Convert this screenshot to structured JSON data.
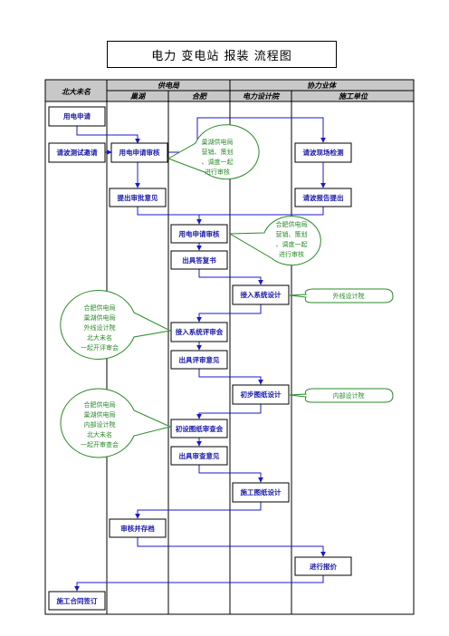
{
  "title": "电力 变电站 报装 流程图",
  "header": {
    "col1": "北大未名",
    "group_a": "供电局",
    "group_b": "协力业体",
    "sub_a1": "巢湖",
    "sub_a2": "合肥",
    "sub_b1": "电力设计院",
    "sub_b2": "施工单位"
  },
  "boxes": {
    "apply_power": "用电申请",
    "invite_test": "请波测试邀请",
    "review_apply": "用电申请审核",
    "site_inspect": "请波现场检测",
    "approval_opinion": "提出审批意见",
    "report_submit": "请波报告提出",
    "review_apply2": "用电申请审核",
    "reply_letter": "出具答复书",
    "access_design": "接入系统设计",
    "access_review": "接入系统评审会",
    "review_opinion": "出具评审意见",
    "prelim_design": "初步图纸设计",
    "prelim_review": "初设图纸审查会",
    "check_opinion": "出具审查意见",
    "construction_design": "施工图纸设计",
    "audit_archive": "审核并存档",
    "quote": "进行报价",
    "contract": "施工合同签订"
  },
  "bubbles": {
    "b1": [
      "巢湖供电局",
      "营销、策划",
      "、调度一起",
      "进行审核"
    ],
    "b2": [
      "合肥供电局",
      "营销、策划",
      "、调度一起",
      "进行审核"
    ],
    "b3": [
      "合肥供电局",
      "巢湖供电局",
      "外线设计院",
      "北大未名",
      "一起开评审会"
    ],
    "b4": [
      "合肥供电局",
      "巢湖供电局",
      "内部设计院",
      "北大未名",
      "一起开审查会"
    ],
    "tag1": "外线设计院",
    "tag2": "内部设计院"
  },
  "colors": {
    "box_border": "#000000",
    "box_text": "#1a1aa8",
    "arrow": "#1a1acc",
    "bubble": "#2a8a2a",
    "header_bg": "#c8c8c8"
  }
}
